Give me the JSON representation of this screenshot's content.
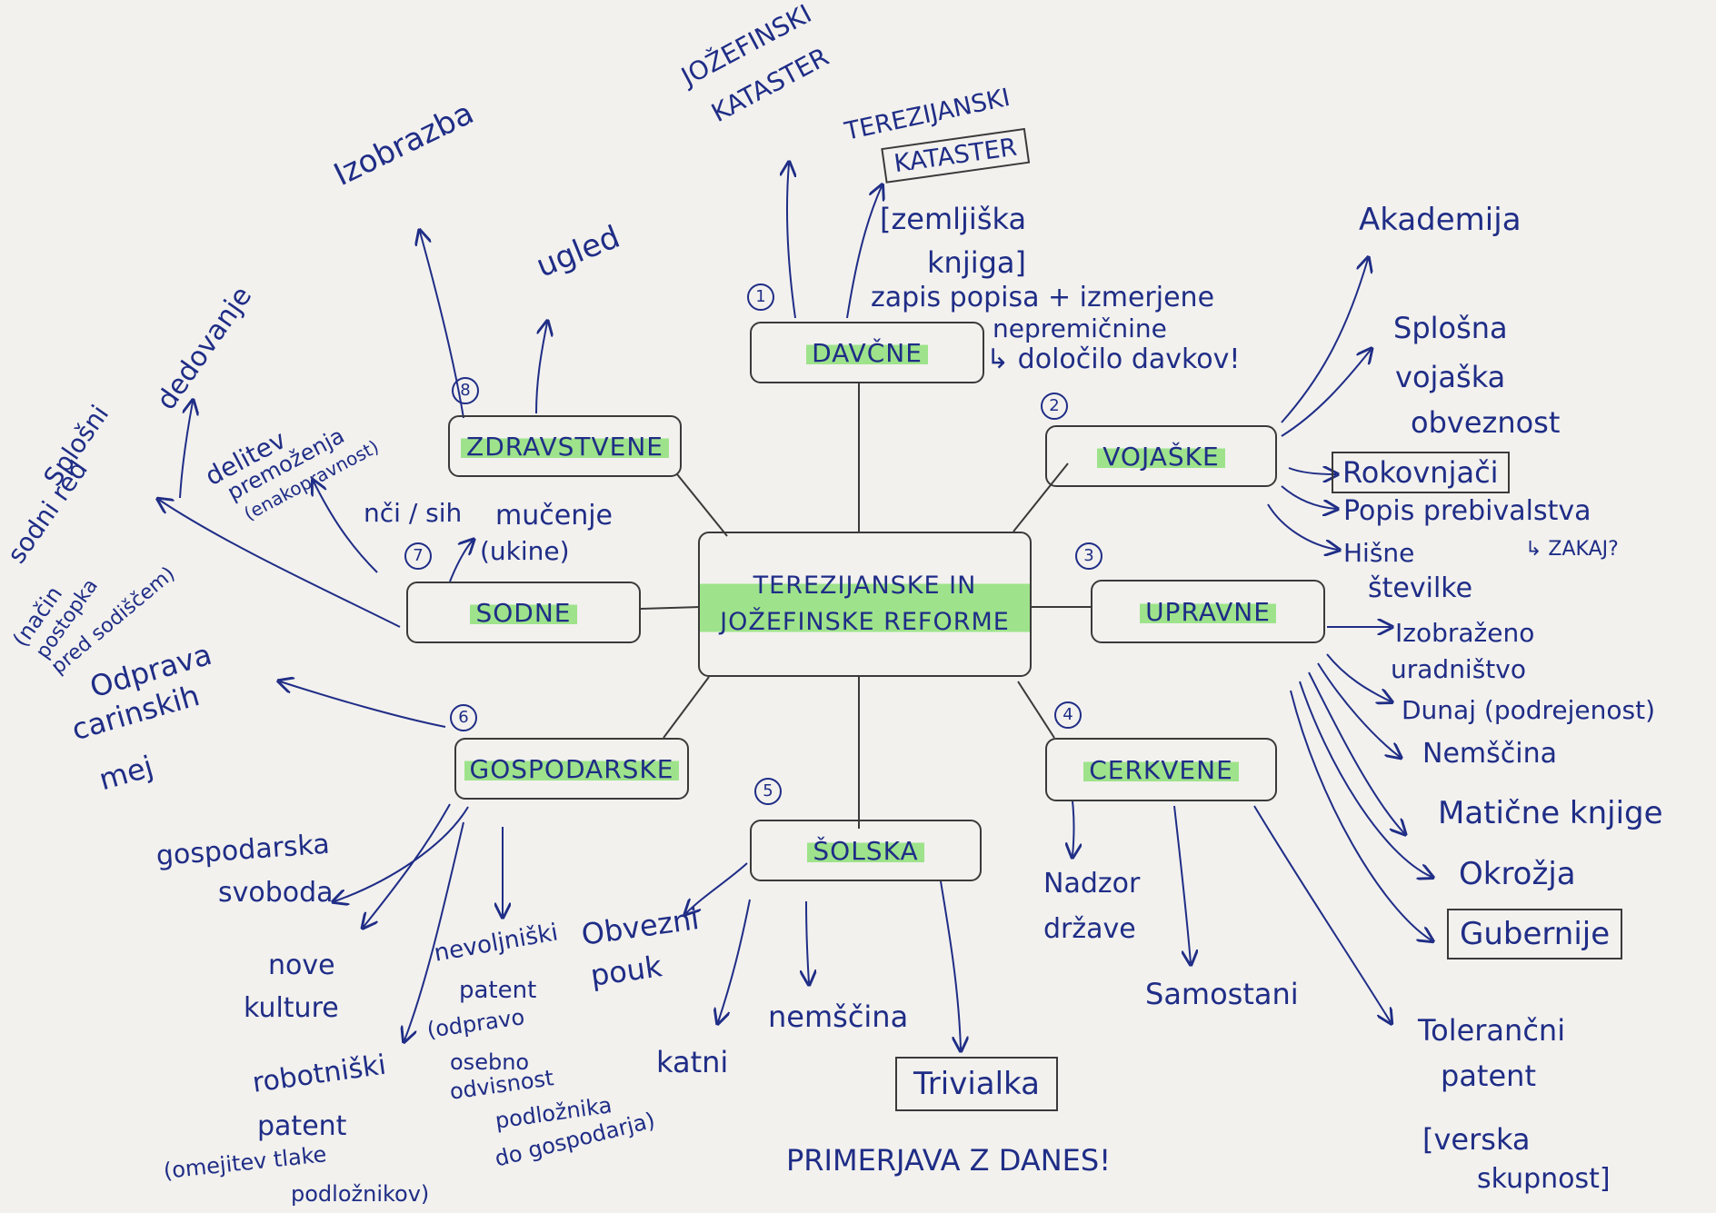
{
  "center": "TEREZIJANSKE IN JOŽEFINSKE REFORME",
  "branches": {
    "davcne": {
      "num": "1",
      "label": "DAVČNE"
    },
    "vojaske": {
      "num": "2",
      "label": "VOJAŠKE"
    },
    "upravne": {
      "num": "3",
      "label": "UPRAVNE"
    },
    "cerkvene": {
      "num": "4",
      "label": "CERKVENE"
    },
    "solska": {
      "num": "5",
      "label": "ŠOLSKA"
    },
    "gospodarske": {
      "num": "6",
      "label": "GOSPODARSKE"
    },
    "sodne": {
      "num": "7",
      "label": "SODNE"
    },
    "zdravstvene": {
      "num": "8",
      "label": "ZDRAVSTVENE"
    }
  },
  "notes": {
    "davcne": {
      "jozefinski": "JOŽEFINSKI",
      "kataster1": "KATASTER",
      "terezijanski": "TEREZIJANSKI",
      "kataster2": "KATASTER",
      "zemljiska": "[zemljiška",
      "knjiga": "knjiga]",
      "zapis": "zapis popisa + izmerjene",
      "nepremicnine": "nepremičnine",
      "dolocilo": "↳ določilo davkov!"
    },
    "vojaske": {
      "akademija": "Akademija",
      "splosna": "Splošna",
      "vojaska": "vojaška",
      "obveznost": "obveznost",
      "rokovnjaci": "Rokovnjači",
      "popis": "Popis prebivalstva",
      "zakaj": "↳ ZAKAJ?",
      "hisne": "Hišne",
      "stevilke": "številke"
    },
    "upravne": {
      "izobrazeno": "Izobraženo",
      "uradnistvo": "uradništvo",
      "dunaj": "Dunaj (podrejenost)",
      "nemscina": "Nemščina",
      "maticne": "Matične knjige",
      "okrozja": "Okrožja",
      "gubernije": "Gubernije"
    },
    "cerkvene": {
      "nadzor": "Nadzor",
      "drzave": "države",
      "samostani": "Samostani",
      "tolerancni": "Tolerančni",
      "patent": "patent",
      "verska": "[verska",
      "skupnost": "skupnost]"
    },
    "solska": {
      "obvezni": "Obvezni",
      "pouk": "pouk",
      "nemscina": "nemščina",
      "katni": "katni",
      "trivialka": "Trivialka",
      "primerjava": "PRIMERJAVA Z DANES!"
    },
    "gospodarske": {
      "gospodarska": "gospodarska",
      "svoboda": "svoboda",
      "nove": "nove",
      "kulture": "kulture",
      "nevoljniski": "nevoljniški",
      "patent1": "patent",
      "odpravo": "(odpravo",
      "osebno": "osebno",
      "odvisnost": "odvisnost",
      "podloznika": "podložnika",
      "do": "do gospodarja)",
      "robotniski": "robotniški",
      "patent2": "patent",
      "omejitev": "(omejitev tlake",
      "podloznikov": "podložnikov)",
      "odprava": "Odprava",
      "carinskih": "carinskih",
      "mej": "mej"
    },
    "sodne": {
      "mucenje": "mučenje",
      "ukine": "(ukine)",
      "nci": "nči / sih",
      "delitev": "delitev",
      "premozenja": "premoženja",
      "enakopravnost": "(enakopravnost)",
      "splosni": "Splošni",
      "sodni": "sodni red",
      "nacin": "(način",
      "postopka": "postopka",
      "pred": "pred sodiščem)",
      "dedovanje": "dedovanje"
    },
    "zdravstvene": {
      "izobrazba": "Izobrazba",
      "ugled": "ugled"
    }
  },
  "colors": {
    "ink": "#1f2d86",
    "highlight": "#9ee38b",
    "frame": "#3a3a3a",
    "paper": "#f2f1ee"
  }
}
